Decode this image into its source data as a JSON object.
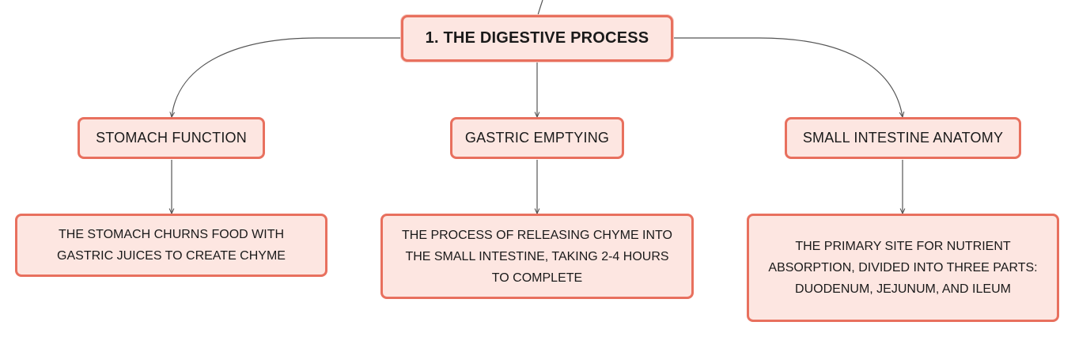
{
  "root": {
    "label": "1. THE DIGESTIVE PROCESS"
  },
  "branches": [
    {
      "title": "STOMACH FUNCTION",
      "detail": "THE STOMACH CHURNS FOOD WITH GASTRIC JUICES TO CREATE CHYME"
    },
    {
      "title": "GASTRIC EMPTYING",
      "detail": "THE PROCESS OF RELEASING CHYME INTO THE SMALL INTESTINE, TAKING 2-4 HOURS TO COMPLETE"
    },
    {
      "title": "SMALL INTESTINE ANATOMY",
      "detail": "THE PRIMARY SITE FOR NUTRIENT ABSORPTION, DIVIDED INTO THREE PARTS: DUODENUM, JEJUNUM, AND ILEUM"
    }
  ],
  "colors": {
    "node_border": "#e8705e",
    "node_fill": "#fde6e1",
    "connector": "#555555",
    "text": "#1a1a1a"
  }
}
